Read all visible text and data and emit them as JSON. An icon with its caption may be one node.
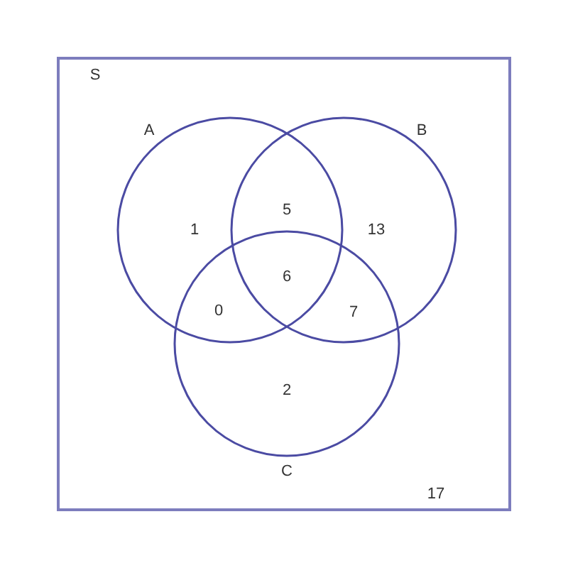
{
  "diagram": {
    "nodes": [
      {
        "text": [
          "S"
        ]
      },
      {
        "text": [
          "A"
        ],
        "in": 0
      },
      {
        "text": [
          "B"
        ],
        "in": 0
      },
      {
        "text": [
          "C"
        ],
        "in": 0
      }
    ],
    "labels": [
      "5",
      "1",
      "13",
      "6",
      "0",
      "7",
      "2",
      "17"
    ]
  }
}
